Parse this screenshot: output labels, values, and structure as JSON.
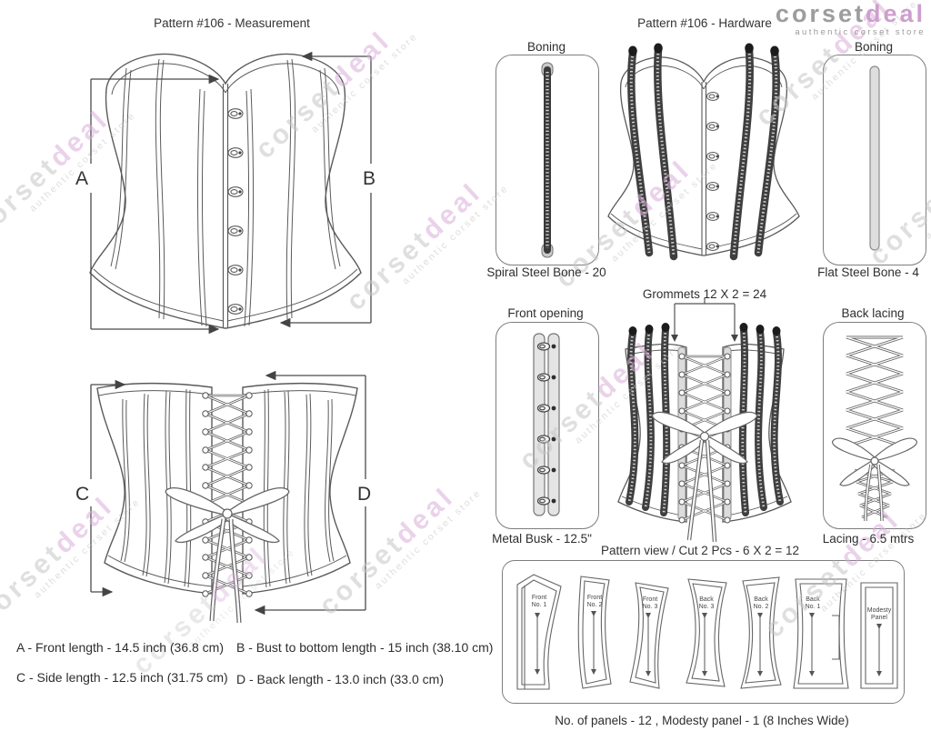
{
  "logo": {
    "part1": "corset",
    "part2": "deal",
    "tagline": "authentic corset store"
  },
  "watermark": {
    "part1": "corset",
    "part2": "deal",
    "tagline": "authentic corset store"
  },
  "measurement": {
    "title": "Pattern #106 -  Measurement",
    "label_a": "A",
    "label_b": "B",
    "label_c": "C",
    "label_d": "D",
    "notes": {
      "a": "A - Front length - 14.5 inch (36.8 cm)",
      "b": "B - Bust to bottom length - 15 inch (38.10 cm)",
      "c": "C - Side length - 12.5 inch (31.75 cm)",
      "d": "D - Back length - 13.0 inch (33.0 cm)"
    }
  },
  "hardware": {
    "title": "Pattern #106 -  Hardware",
    "boning_spiral": {
      "label": "Boning",
      "caption": "Spiral Steel Bone - 20"
    },
    "boning_flat": {
      "label": "Boning",
      "caption": "Flat Steel Bone - 4"
    },
    "grommets_label": "Grommets 12 X 2 = 24",
    "front_opening": {
      "label": "Front opening",
      "caption": "Metal Busk - 12.5\""
    },
    "back_lacing": {
      "label": "Back lacing",
      "caption": "Lacing - 6.5 mtrs"
    }
  },
  "pattern_view": {
    "title": "Pattern view  /  Cut 2 Pcs - 6 X 2 = 12",
    "pieces": [
      {
        "line1": "Front",
        "line2": "No. 1"
      },
      {
        "line1": "Front",
        "line2": "No. 2"
      },
      {
        "line1": "Front",
        "line2": "No. 3"
      },
      {
        "line1": "Back",
        "line2": "No. 3"
      },
      {
        "line1": "Back",
        "line2": "No. 2"
      },
      {
        "line1": "Back",
        "line2": "No. 1"
      },
      {
        "line1": "Modesty",
        "line2": "Panel"
      }
    ],
    "note": "No. of panels - 12  , Modesty panel - 1 (8 Inches Wide)"
  },
  "colors": {
    "accent_purple": "#cd9fce",
    "logo_gray": "#9d9d9d",
    "line": "#555555"
  }
}
